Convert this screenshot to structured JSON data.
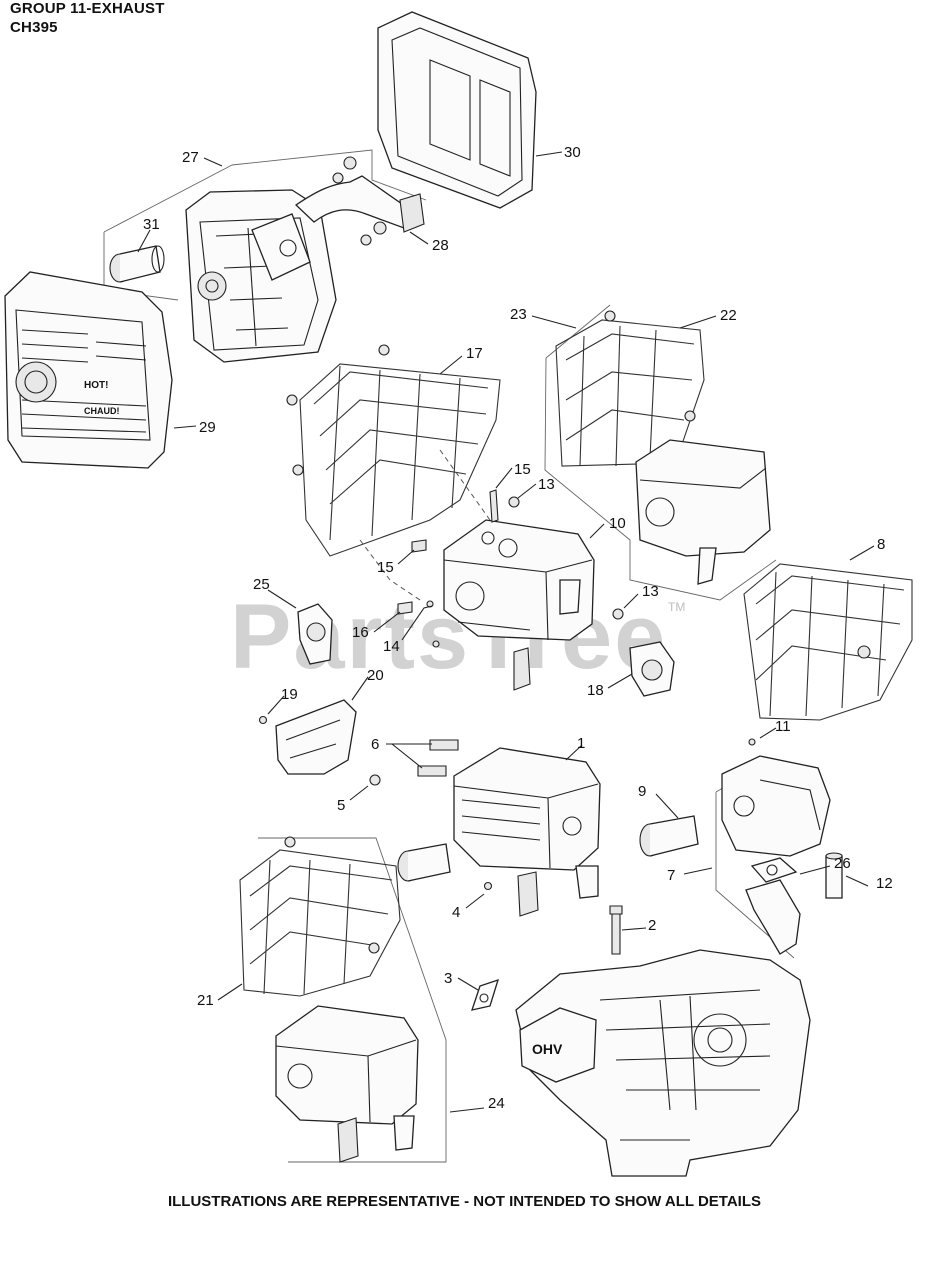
{
  "header": {
    "group": "GROUP 11-EXHAUST",
    "model": "CH395"
  },
  "watermark": {
    "text": "PartsTree",
    "mark": "TM"
  },
  "footer": {
    "note": "ILLUSTRATIONS ARE REPRESENTATIVE - NOT INTENDED TO SHOW ALL DETAILS"
  },
  "muffler_labels": {
    "hot_en": "HOT!",
    "hot_fr": "CHAUD!"
  },
  "engine_label": "OHV",
  "callouts": [
    "1",
    "2",
    "3",
    "4",
    "5",
    "6",
    "7",
    "8",
    "9",
    "10",
    "11",
    "12",
    "13",
    "13",
    "14",
    "15",
    "15",
    "16",
    "17",
    "18",
    "19",
    "20",
    "21",
    "22",
    "23",
    "24",
    "25",
    "26",
    "27",
    "28",
    "29",
    "30",
    "31"
  ]
}
